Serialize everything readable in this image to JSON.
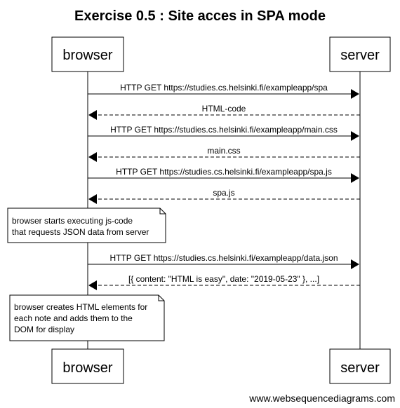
{
  "title": "Exercise 0.5 : Site acces in SPA mode",
  "participants": [
    {
      "name": "browser"
    },
    {
      "name": "server"
    }
  ],
  "messages": [
    {
      "from": "browser",
      "to": "server",
      "style": "solid",
      "label": "HTTP GET https://studies.cs.helsinki.fi/exampleapp/spa"
    },
    {
      "from": "server",
      "to": "browser",
      "style": "dashed",
      "label": "HTML-code"
    },
    {
      "from": "browser",
      "to": "server",
      "style": "solid",
      "label": "HTTP GET https://studies.cs.helsinki.fi/exampleapp/main.css"
    },
    {
      "from": "server",
      "to": "browser",
      "style": "dashed",
      "label": "main.css"
    },
    {
      "from": "browser",
      "to": "server",
      "style": "solid",
      "label": "HTTP GET https://studies.cs.helsinki.fi/exampleapp/spa.js"
    },
    {
      "from": "server",
      "to": "browser",
      "style": "dashed",
      "label": "spa.js"
    },
    {
      "from": "browser",
      "to": "server",
      "style": "solid",
      "label": "HTTP GET https://studies.cs.helsinki.fi/exampleapp/data.json"
    },
    {
      "from": "server",
      "to": "browser",
      "style": "dashed",
      "label": "[{ content: \"HTML is easy\", date: \"2019-05-23\" }, ...]"
    }
  ],
  "notes": [
    {
      "over": "browser",
      "lines": [
        "browser starts executing js-code",
        "that requests JSON data from server"
      ]
    },
    {
      "over": "browser",
      "lines": [
        "browser creates HTML elements for",
        "each note and adds them to the",
        "DOM for display"
      ]
    }
  ],
  "watermark": "www.websequencediagrams.com"
}
